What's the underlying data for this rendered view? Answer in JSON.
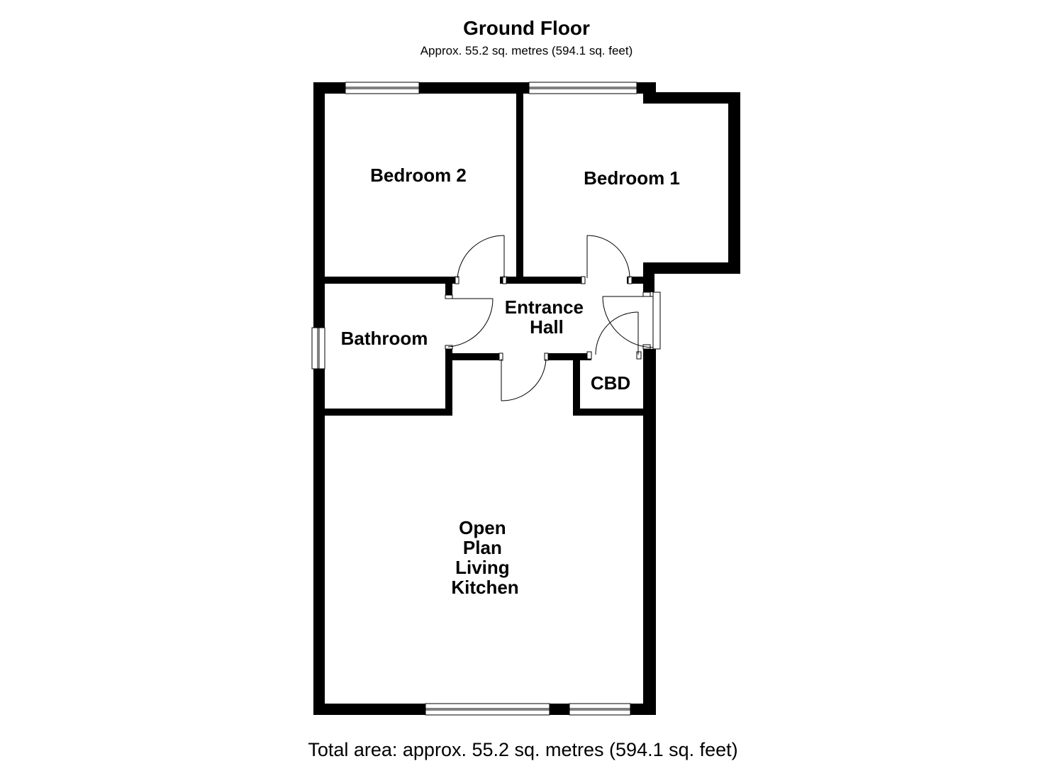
{
  "header": {
    "title": "Ground Floor",
    "subtitle": "Approx. 55.2 sq. metres (594.1 sq. feet)"
  },
  "rooms": {
    "bedroom2": "Bedroom 2",
    "bedroom1": "Bedroom 1",
    "entrance_hall": [
      "Entrance",
      "Hall"
    ],
    "bathroom": "Bathroom",
    "cbd": "CBD",
    "living": [
      "Open",
      "Plan",
      "Living",
      "Kitchen"
    ]
  },
  "footer": {
    "total_area": "Total area: approx. 55.2 sq. metres (594.1 sq. feet)"
  },
  "colors": {
    "wall": "#000000",
    "background": "#ffffff",
    "window": "#ffffff"
  }
}
